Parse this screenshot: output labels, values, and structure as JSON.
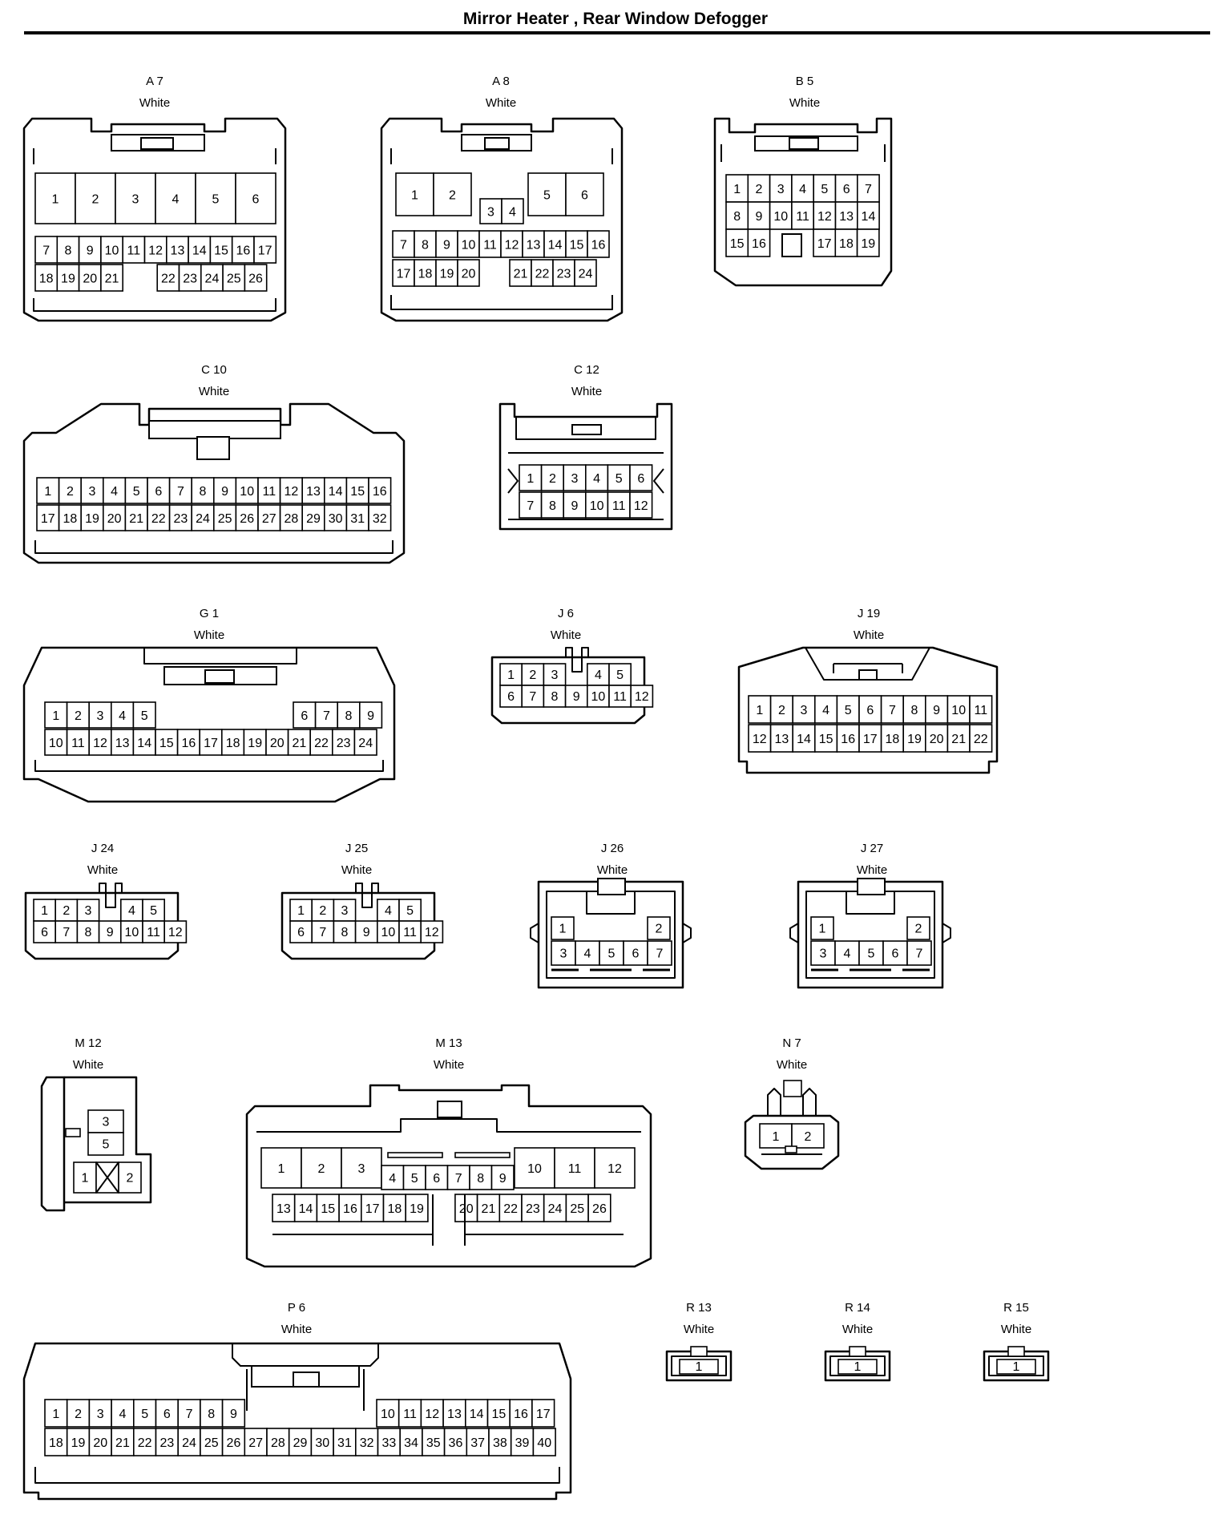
{
  "title": "Mirror Heater , Rear Window Defogger",
  "connectors": [
    {
      "id": "A7",
      "name": "A 7",
      "color": "White",
      "shape": "wide-cover",
      "rows": [
        [
          "1",
          "2",
          "3",
          "4",
          "5",
          "6"
        ],
        [
          "7",
          "8",
          "9",
          "10",
          "11",
          "12",
          "13",
          "14",
          "15",
          "16",
          "17"
        ],
        [
          "18",
          "19",
          "20",
          "21",
          "",
          "22",
          "23",
          "24",
          "25",
          "26"
        ]
      ]
    },
    {
      "id": "A8",
      "name": "A 8",
      "color": "White",
      "shape": "wide-cover",
      "rows": [
        [
          "1",
          "2",
          "",
          "3",
          "4",
          "",
          "5",
          "6"
        ],
        [
          "7",
          "8",
          "9",
          "10",
          "11",
          "12",
          "13",
          "14",
          "15",
          "16"
        ],
        [
          "17",
          "18",
          "19",
          "20",
          "",
          "21",
          "22",
          "23",
          "24"
        ]
      ]
    },
    {
      "id": "B5",
      "name": "B 5",
      "color": "White",
      "shape": "compact",
      "rows": [
        [
          "1",
          "2",
          "3",
          "4",
          "5",
          "6",
          "7"
        ],
        [
          "8",
          "9",
          "10",
          "11",
          "12",
          "13",
          "14"
        ],
        [
          "15",
          "16",
          "",
          "17",
          "18",
          "19"
        ]
      ]
    },
    {
      "id": "C10",
      "name": "C 10",
      "color": "White",
      "shape": "wide-cover",
      "rows": [
        [
          "1",
          "2",
          "3",
          "4",
          "5",
          "6",
          "7",
          "8",
          "9",
          "10",
          "11",
          "12",
          "13",
          "14",
          "15",
          "16"
        ],
        [
          "17",
          "18",
          "19",
          "20",
          "21",
          "22",
          "23",
          "24",
          "25",
          "26",
          "27",
          "28",
          "29",
          "30",
          "31",
          "32"
        ]
      ]
    },
    {
      "id": "C12",
      "name": "C 12",
      "color": "White",
      "shape": "latch",
      "rows": [
        [
          "1",
          "2",
          "3",
          "4",
          "5",
          "6"
        ],
        [
          "7",
          "8",
          "9",
          "10",
          "11",
          "12"
        ]
      ]
    },
    {
      "id": "G1",
      "name": "G 1",
      "color": "White",
      "shape": "wide-cover",
      "rows": [
        [
          "1",
          "2",
          "3",
          "4",
          "5",
          "",
          "6",
          "7",
          "8",
          "9"
        ],
        [
          "10",
          "11",
          "12",
          "13",
          "14",
          "15",
          "16",
          "17",
          "18",
          "19",
          "20",
          "21",
          "22",
          "23",
          "24"
        ]
      ]
    },
    {
      "id": "J6",
      "name": "J 6",
      "color": "White",
      "shape": "small",
      "rows": [
        [
          "1",
          "2",
          "3",
          "",
          "4",
          "5"
        ],
        [
          "6",
          "7",
          "8",
          "9",
          "10",
          "11",
          "12"
        ]
      ]
    },
    {
      "id": "J19",
      "name": "J 19",
      "color": "White",
      "shape": "wide-cover",
      "rows": [
        [
          "1",
          "2",
          "3",
          "4",
          "5",
          "6",
          "7",
          "8",
          "9",
          "10",
          "11"
        ],
        [
          "12",
          "13",
          "14",
          "15",
          "16",
          "17",
          "18",
          "19",
          "20",
          "21",
          "22"
        ]
      ]
    },
    {
      "id": "J24",
      "name": "J 24",
      "color": "White",
      "shape": "small",
      "rows": [
        [
          "1",
          "2",
          "3",
          "",
          "4",
          "5"
        ],
        [
          "6",
          "7",
          "8",
          "9",
          "10",
          "11",
          "12"
        ]
      ]
    },
    {
      "id": "J25",
      "name": "J 25",
      "color": "White",
      "shape": "small",
      "rows": [
        [
          "1",
          "2",
          "3",
          "",
          "4",
          "5"
        ],
        [
          "6",
          "7",
          "8",
          "9",
          "10",
          "11",
          "12"
        ]
      ]
    },
    {
      "id": "J26",
      "name": "J 26",
      "color": "White",
      "shape": "junction",
      "rows": [
        [
          "1",
          "",
          "2"
        ],
        [
          "3",
          "4",
          "5",
          "6",
          "7"
        ]
      ]
    },
    {
      "id": "J27",
      "name": "J 27",
      "color": "White",
      "shape": "junction",
      "rows": [
        [
          "1",
          "",
          "2"
        ],
        [
          "3",
          "4",
          "5",
          "6",
          "7"
        ]
      ]
    },
    {
      "id": "M12",
      "name": "M 12",
      "color": "White",
      "shape": "vertical",
      "rows": [
        [
          "3"
        ],
        [
          "5"
        ],
        [
          "1",
          "X",
          "2"
        ]
      ]
    },
    {
      "id": "M13",
      "name": "M 13",
      "color": "White",
      "shape": "wide-cover",
      "rows": [
        [
          "1",
          "2",
          "3",
          "",
          "10",
          "11",
          "12"
        ],
        [
          "4",
          "5",
          "6",
          "7",
          "8",
          "9"
        ],
        [
          "13",
          "14",
          "15",
          "16",
          "17",
          "18",
          "19",
          "",
          "20",
          "21",
          "22",
          "23",
          "24",
          "25",
          "26"
        ]
      ]
    },
    {
      "id": "N7",
      "name": "N 7",
      "color": "White",
      "shape": "two-pin",
      "rows": [
        [
          "1",
          "2"
        ]
      ]
    },
    {
      "id": "P6",
      "name": "P 6",
      "color": "White",
      "shape": "wide-cover",
      "rows": [
        [
          "1",
          "2",
          "3",
          "4",
          "5",
          "6",
          "7",
          "8",
          "9",
          "",
          "10",
          "11",
          "12",
          "13",
          "14",
          "15",
          "16",
          "17"
        ],
        [
          "18",
          "19",
          "20",
          "21",
          "22",
          "23",
          "24",
          "25",
          "26",
          "27",
          "28",
          "29",
          "30",
          "31",
          "32",
          "33",
          "34",
          "35",
          "36",
          "37",
          "38",
          "39",
          "40"
        ]
      ]
    },
    {
      "id": "R13",
      "name": "R 13",
      "color": "White",
      "shape": "one-pin",
      "rows": [
        [
          "1"
        ]
      ]
    },
    {
      "id": "R14",
      "name": "R 14",
      "color": "White",
      "shape": "one-pin",
      "rows": [
        [
          "1"
        ]
      ]
    },
    {
      "id": "R15",
      "name": "R 15",
      "color": "White",
      "shape": "one-pin",
      "rows": [
        [
          "1"
        ]
      ]
    }
  ]
}
